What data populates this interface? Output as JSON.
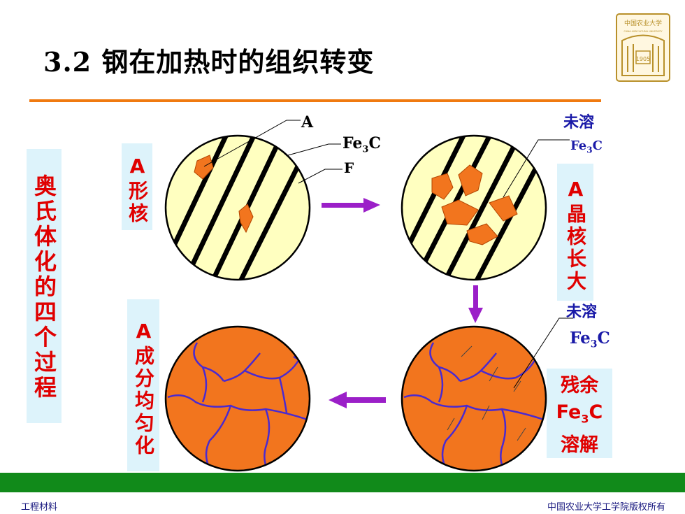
{
  "title": "3.2 钢在加热时的组织转变",
  "left_title": "奥氏体化的四个过程",
  "stages": {
    "s1": "A形核",
    "s2": "A晶核长大",
    "s3": "A成分均匀化",
    "s4_line1": "残余",
    "s4_line2_main": "Fe",
    "s4_line2_sub": "3",
    "s4_line2_end": "C",
    "s4_line3": "溶解"
  },
  "labels": {
    "A": "A",
    "fe3c_main": "Fe",
    "fe3c_sub": "3",
    "fe3c_end": "C",
    "F": "F",
    "undissolved": "未溶"
  },
  "footer": {
    "left": "工程材料",
    "right": "中国农业大学工学院版权所有"
  },
  "logo": {
    "top_text": "中国农业大学",
    "sub_text": "CHINA AGRICULTURAL UNIVERSITY",
    "year": "1905"
  },
  "colors": {
    "accent_orange": "#f07a10",
    "pearlite_bg": "#ffffc0",
    "austenite": "#f2751e",
    "boundary": "#4a2ad0",
    "arrow": "#9b1fc8",
    "label_red": "#e00000",
    "label_bg": "#ddf3fb",
    "bar_green": "#118a1a"
  }
}
